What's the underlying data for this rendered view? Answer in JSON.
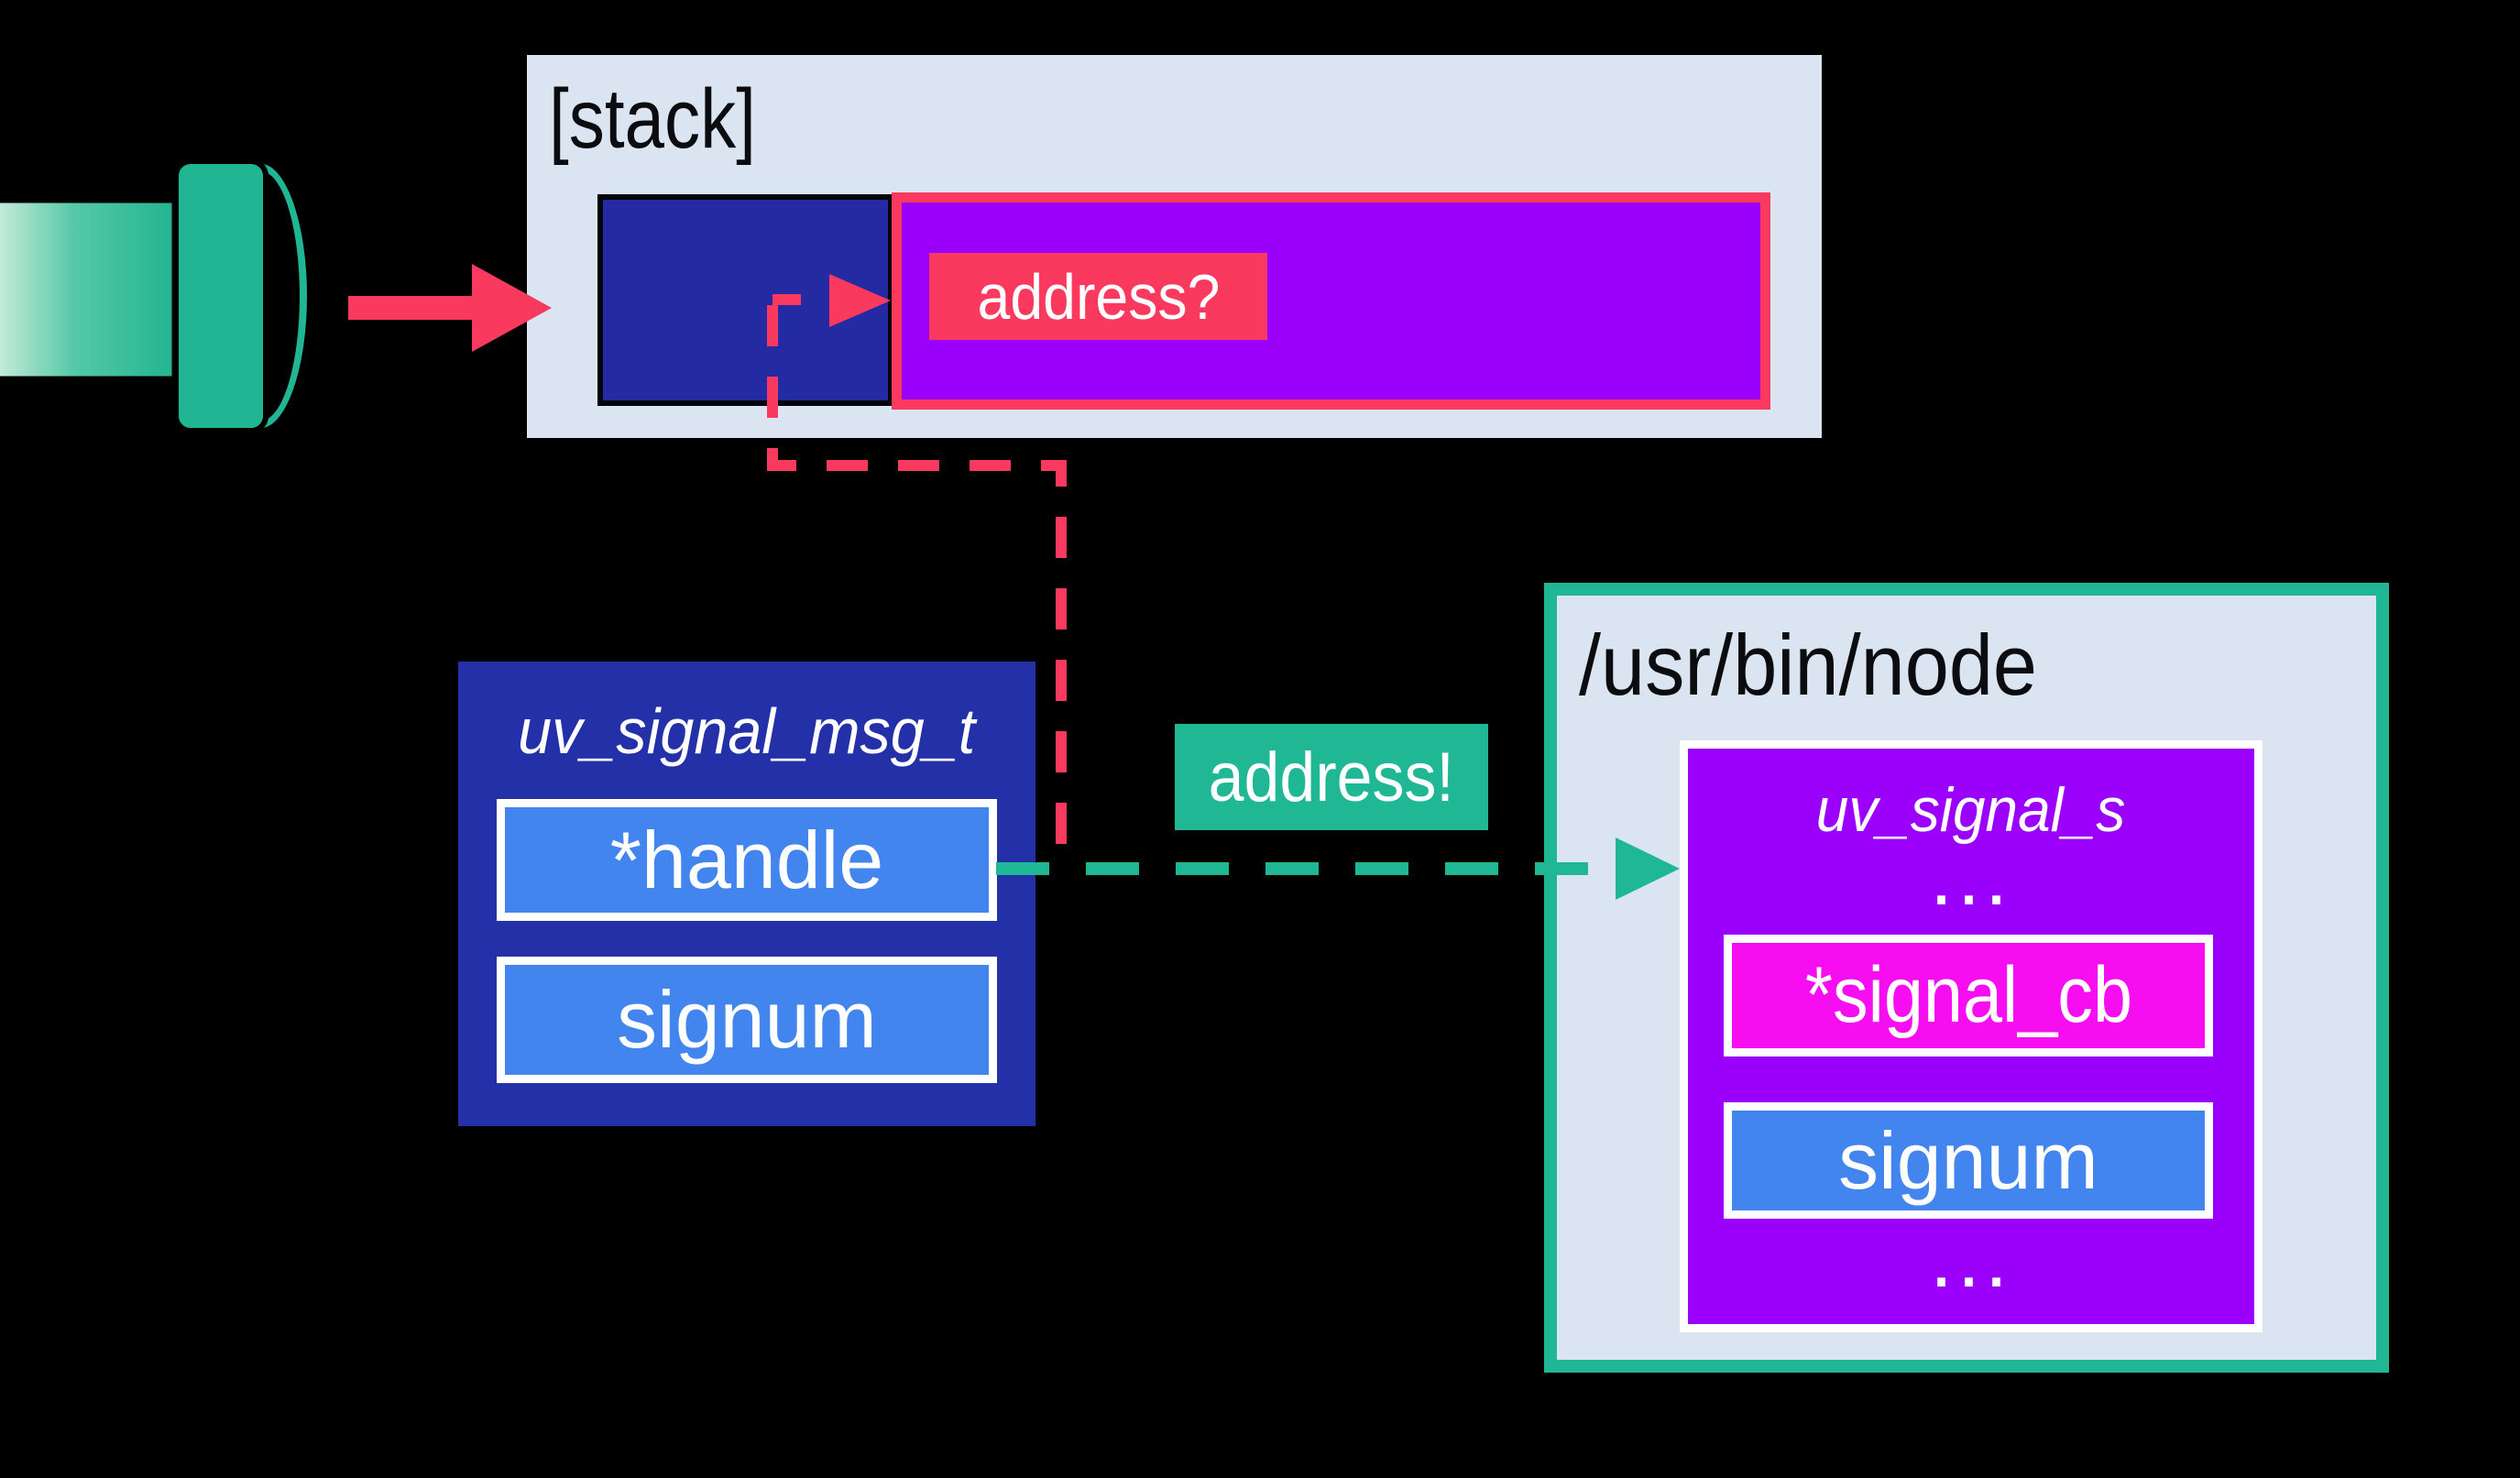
{
  "stack": {
    "label": "[stack]",
    "query": "address?"
  },
  "msg": {
    "title": "uv_signal_msg_t",
    "handle": "*handle",
    "signum": "signum"
  },
  "node": {
    "title": "/usr/bin/node",
    "struct": "uv_signal_s",
    "dots_top": "...",
    "signal_cb": "*signal_cb",
    "signum": "signum",
    "dots_bottom": "..."
  },
  "flow": {
    "answer": "address!"
  },
  "colors": {
    "background": "#000000",
    "panel_light_blue": "#dbe4f1",
    "navy": "#2330a8",
    "field_blue": "#4285ee",
    "purple": "#9a00fa",
    "magenta": "#f60df0",
    "red_pink": "#f9395e",
    "teal": "#1fb794",
    "mint_gradient_start": "#cdeedd",
    "white": "#ffffff",
    "label_text_black": "#0b0c10"
  }
}
